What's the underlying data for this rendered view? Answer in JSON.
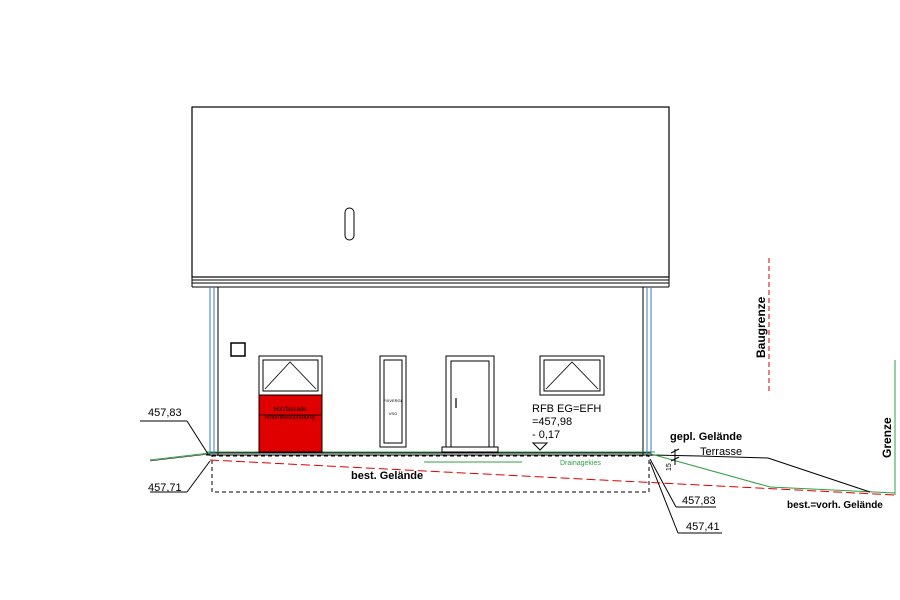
{
  "elevations": {
    "left_top": "457,83",
    "left_bottom": "457,71",
    "right_top": "457,83",
    "right_bottom": "457,41"
  },
  "rfb": {
    "line1": "RFB EG=EFH",
    "line2": "=457,98",
    "line3": "- 0,17"
  },
  "terrain": {
    "existing": "best. Gelände",
    "planned": "gepl. Gelände",
    "terrace": "Terrasse",
    "existing_present": "best.=vorh. Gelände",
    "drain_gravel": "Drainagekies",
    "step_dim": "15"
  },
  "boundaries": {
    "building_line": "Baugrenze",
    "property_line": "Grenze"
  },
  "window_labels": {
    "panel1": "Holzfassade",
    "panel2": "Rhombusschalung",
    "slim_top": "FIXVERGL",
    "slim_bottom": "VSG"
  },
  "colors": {
    "accent_red": "#e00000",
    "terrain_green": "#2f9e44",
    "column_blue": "#3a7bd5"
  }
}
